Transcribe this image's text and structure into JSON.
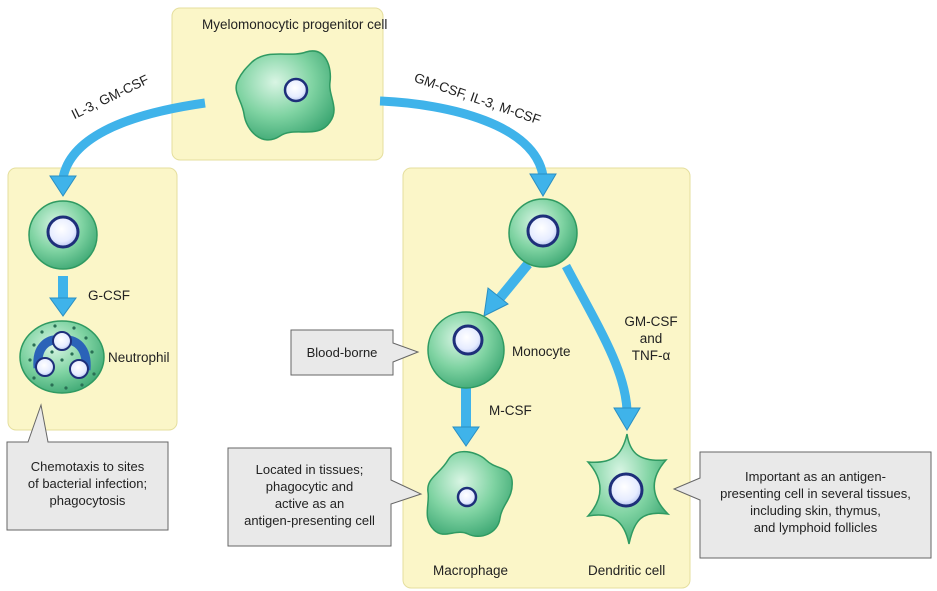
{
  "labels": {
    "progenitor": "Myelomonocytic progenitor cell",
    "cytokines_left": "IL-3, GM-CSF",
    "cytokines_right": "GM-CSF, IL-3, M-CSF",
    "gcsf": "G-CSF",
    "neutrophil": "Neutrophil",
    "monocyte": "Monocyte",
    "mcsf": "M-CSF",
    "gmcsf_line1": "GM-CSF",
    "gmcsf_line2": "and",
    "gmcsf_line3": "TNF-α",
    "macrophage": "Macrophage",
    "dendritic": "Dendritic cell"
  },
  "callouts": {
    "neutrophil": [
      "Chemotaxis to sites",
      "of bacterial infection;",
      "phagocytosis"
    ],
    "monocyte": [
      "Blood-borne"
    ],
    "macrophage": [
      "Located in tissues;",
      "phagocytic and",
      "active as an",
      "antigen-presenting cell"
    ],
    "dendritic": [
      "Important as an antigen-",
      "presenting cell in several tissues,",
      "including skin, thymus,",
      "and lymphoid follicles"
    ]
  },
  "colors": {
    "panel": "#fbf6c8",
    "arrow": "#3fb3ea",
    "cell": "#7fd3a2",
    "cell_edge": "#2f9a62",
    "callout": "#e9e9e9"
  }
}
